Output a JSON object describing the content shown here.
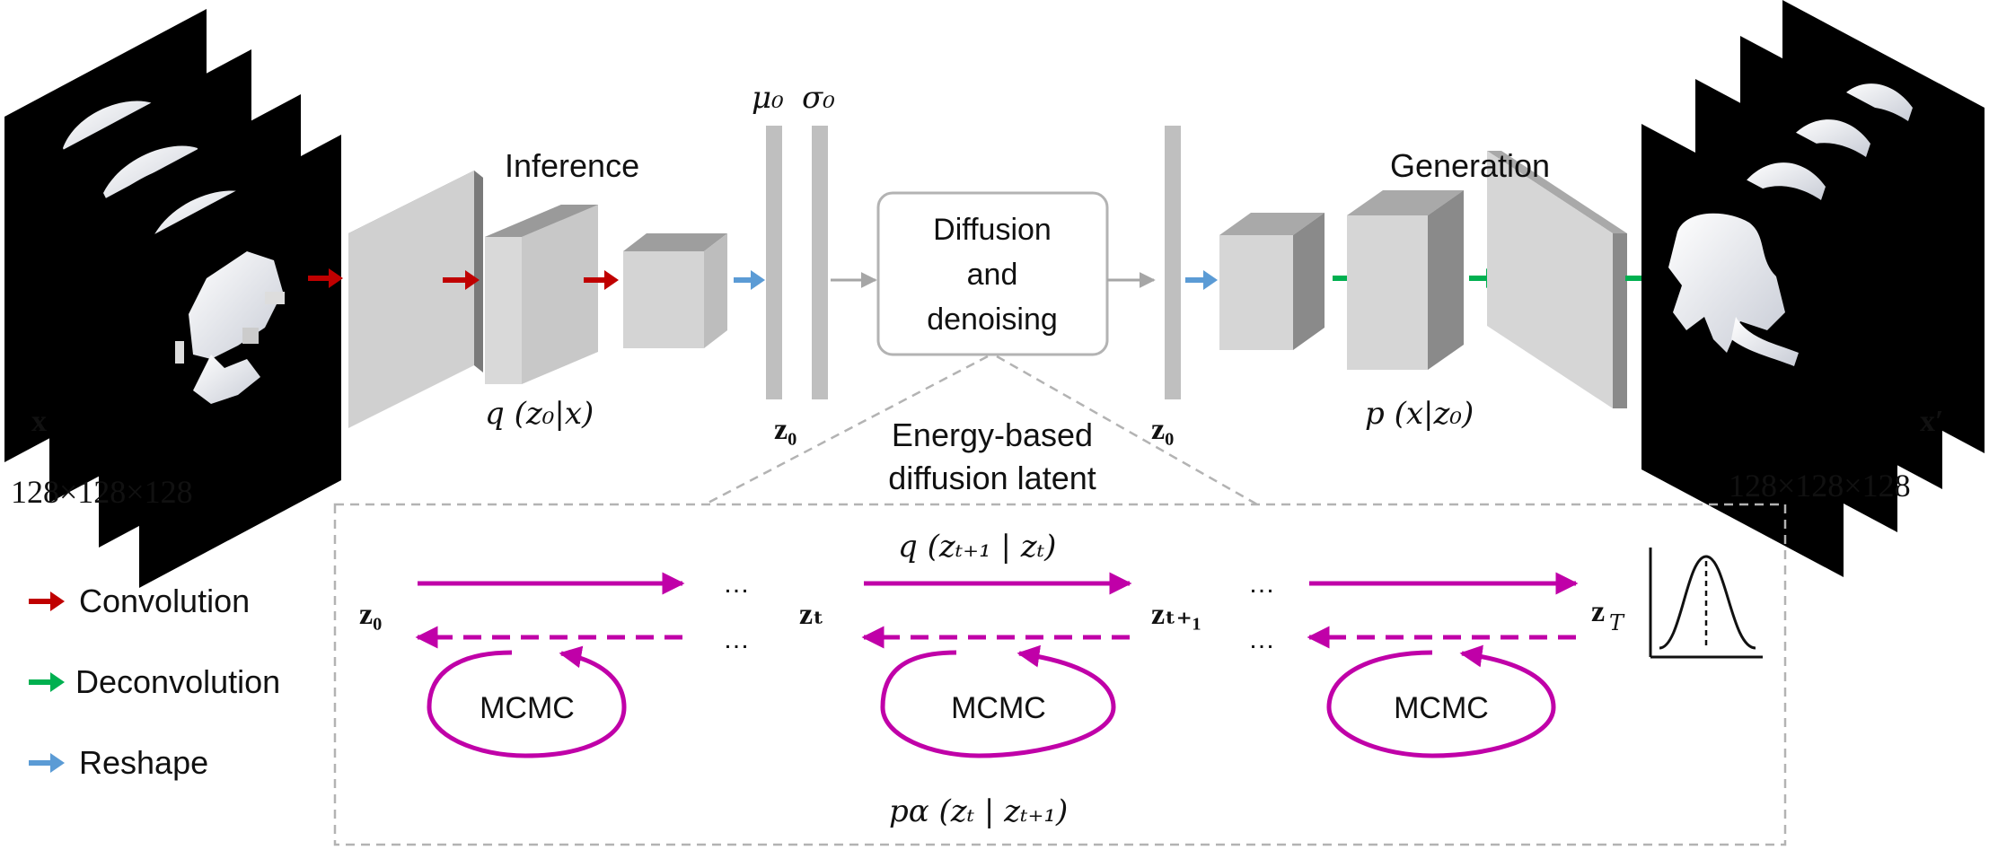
{
  "colors": {
    "convolution_arrow": "#c00000",
    "deconvolution_arrow": "#00b050",
    "reshape_arrow": "#5b9bd5",
    "diffusion_arrow": "#c000a8",
    "dashed_border": "#b3b3b3",
    "block_face": "#d9d9d9"
  },
  "labels": {
    "input_var": "x",
    "input_dims": "128×128×128",
    "output_var": "x′",
    "output_dims": "128×128×128",
    "inference": "Inference",
    "generation": "Generation",
    "encoder_dist": "q (z₀|x)",
    "decoder_dist": "p (x|z₀)",
    "mu": "μ₀",
    "sigma": "σ₀",
    "z0_encoder": "z₀",
    "z0_decoder": "z₀",
    "diffusion_box_line1": "Diffusion",
    "diffusion_box_line2": "and",
    "diffusion_box_line3": "denoising",
    "ebm_title_line1": "Energy-based",
    "ebm_title_line2": "diffusion latent"
  },
  "legend": [
    {
      "label": "Convolution",
      "color": "#c00000"
    },
    {
      "label": "Deconvolution",
      "color": "#00b050"
    },
    {
      "label": "Reshape",
      "color": "#5b9bd5"
    }
  ],
  "chain": {
    "z0": "z₀",
    "zt": "zₜ",
    "zt1": "zₜ₊₁",
    "zT": "z_T",
    "ellipsis": "…",
    "mcmc": "MCMC",
    "forward_label": "q (zₜ₊₁ | zₜ)",
    "reverse_label": "pα (zₜ | zₜ₊₁)"
  },
  "icons": [
    "gaussian-curve-icon",
    "mri-slice-stack-icon",
    "spine-render-stack-icon"
  ]
}
